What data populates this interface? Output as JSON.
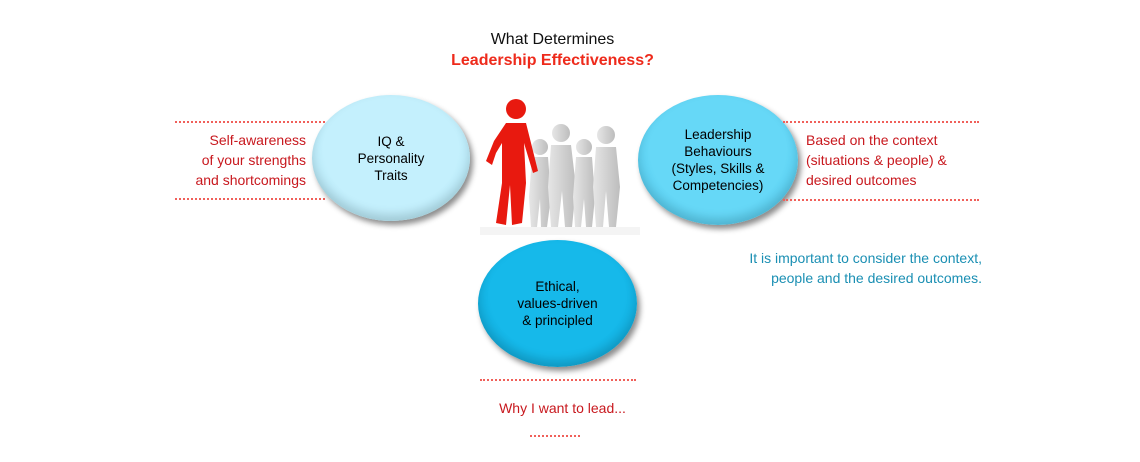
{
  "title": {
    "line1": "What Determines",
    "line2": "Leadership Effectiveness?"
  },
  "left": {
    "bubble": [
      "IQ &",
      "Personality",
      "Traits"
    ],
    "note": [
      "Self-awareness",
      "of your strengths",
      "and shortcomings"
    ]
  },
  "right": {
    "bubble": [
      "Leadership",
      "Behaviours",
      "(Styles, Skills &",
      "Competencies)"
    ],
    "note": [
      "Based on the context",
      "(situations & people) &",
      "desired outcomes"
    ]
  },
  "bottom": {
    "bubble": [
      "Ethical,",
      "values-driven",
      "& principled"
    ],
    "note": "Why I want to lead..."
  },
  "context_note": [
    "It is important to consider the context,",
    "people and the desired outcomes."
  ],
  "colors": {
    "accent_red": "#ee2a1b",
    "bubble_light": "#bdeefc",
    "bubble_mid": "#5fd3f5",
    "bubble_dark": "#0fb3e6",
    "blue_text": "#1a8fb3"
  }
}
